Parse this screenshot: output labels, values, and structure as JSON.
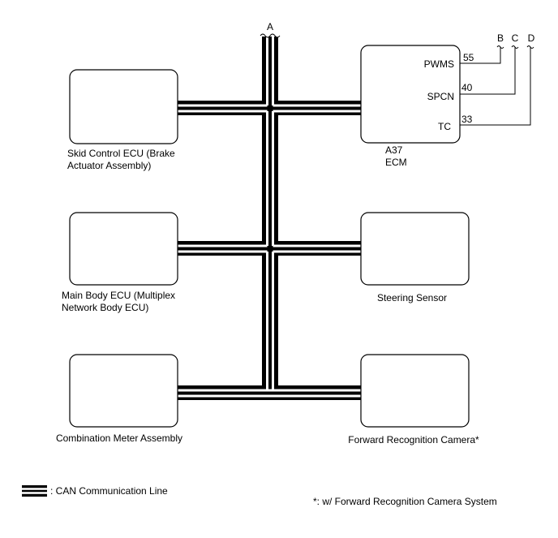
{
  "connector_labels": {
    "a": "A",
    "b": "B",
    "c": "C",
    "d": "D"
  },
  "ecm": {
    "code": "A37",
    "name": "ECM",
    "pins": [
      {
        "terminal": "PWMS",
        "number": "55"
      },
      {
        "terminal": "SPCN",
        "number": "40"
      },
      {
        "terminal": "TC",
        "number": "33"
      }
    ]
  },
  "components": {
    "skid_control": [
      "Skid Control ECU (Brake",
      "Actuator Assembly)"
    ],
    "main_body": [
      "Main Body ECU (Multiplex",
      "Network Body ECU)"
    ],
    "combination_meter": [
      "Combination Meter Assembly"
    ],
    "steering_sensor": [
      "Steering Sensor"
    ],
    "forward_camera": [
      "Forward Recognition Camera*"
    ]
  },
  "legend": {
    "can_line": ": CAN Communication Line"
  },
  "footnote": "*: w/ Forward Recognition Camera System"
}
